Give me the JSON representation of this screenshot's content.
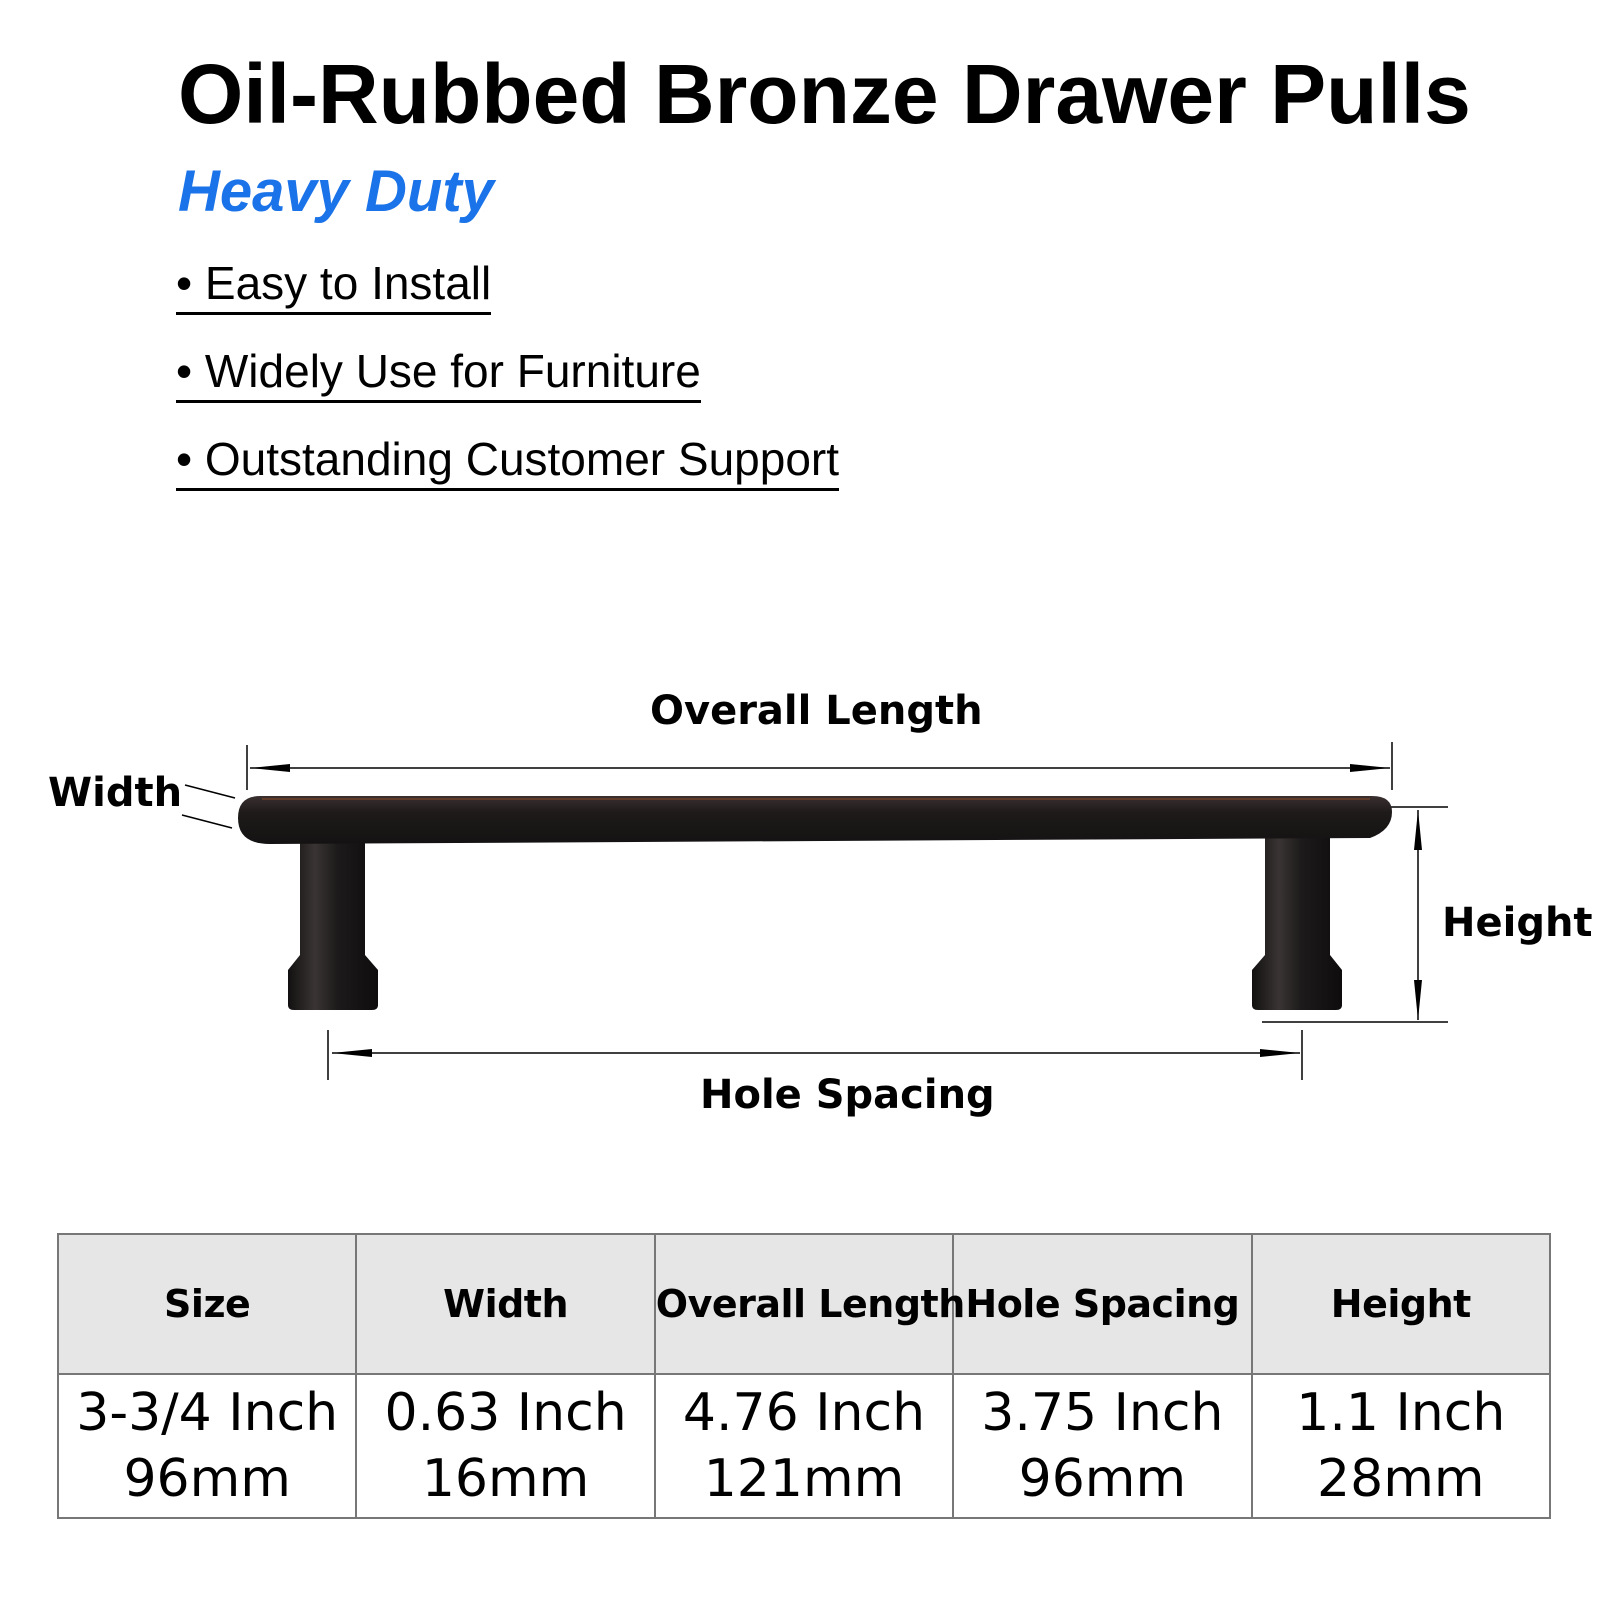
{
  "header": {
    "title": "Oil-Rubbed Bronze Drawer Pulls",
    "subtitle": "Heavy Duty",
    "subtitle_color": "#1a73e8"
  },
  "features": [
    "• Easy to Install",
    "• Widely Use for Furniture",
    "• Outstanding Customer Support"
  ],
  "diagram": {
    "overall_length_label": "Overall Length",
    "width_label": "Width",
    "height_label": "Height",
    "hole_spacing_label": "Hole Spacing",
    "pull_color": "#1c1a1a",
    "edge_highlight_color": "#8a4a2a"
  },
  "specs_table": {
    "headers": [
      "Size",
      "Width",
      "Overall Length",
      "Hole Spacing",
      "Height"
    ],
    "rows": [
      [
        {
          "inch": "3-3/4 Inch",
          "mm": "96mm"
        },
        {
          "inch": "0.63 Inch",
          "mm": "16mm"
        },
        {
          "inch": "4.76 Inch",
          "mm": "121mm"
        },
        {
          "inch": "3.75 Inch",
          "mm": "96mm"
        },
        {
          "inch": "1.1 Inch",
          "mm": "28mm"
        }
      ]
    ]
  }
}
